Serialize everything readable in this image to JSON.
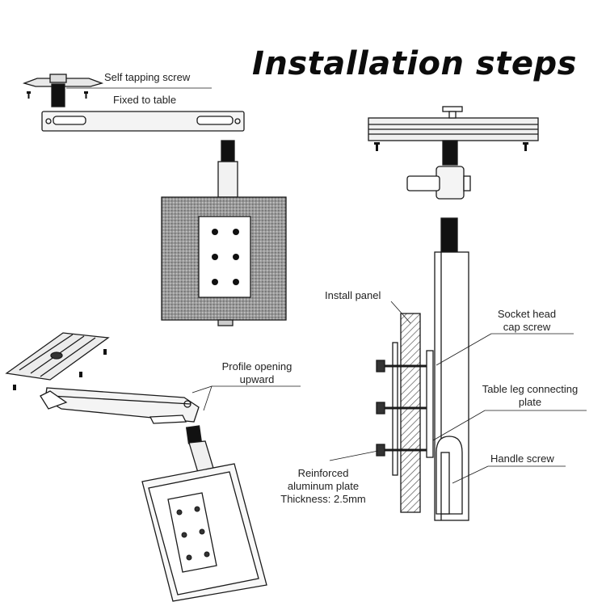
{
  "title": "Installation steps",
  "labels": {
    "self_tapping_screw": "Self tapping screw",
    "fixed_to_table": "Fixed to table",
    "profile_opening_1": "Profile opening",
    "profile_opening_2": "upward",
    "install_panel": "Install panel",
    "socket_head_1": "Socket head",
    "socket_head_2": "cap screw",
    "table_leg_1": "Table leg connecting",
    "table_leg_2": "plate",
    "handle_screw": "Handle screw",
    "reinforced_1": "Reinforced",
    "reinforced_2": "aluminum plate",
    "reinforced_3": "Thickness: 2.5mm"
  },
  "colors": {
    "line": "#1a1a1a",
    "hatch": "#8a8a8a",
    "screw": "#111111"
  }
}
